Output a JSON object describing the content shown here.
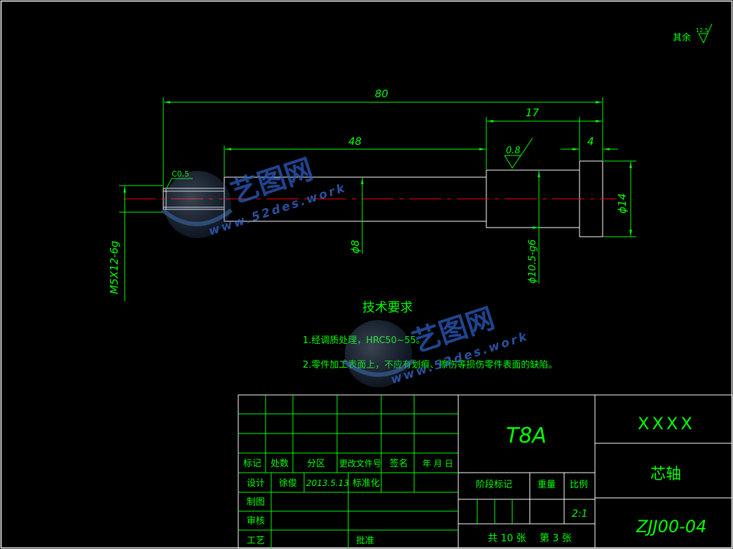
{
  "colors": {
    "background": "#000000",
    "line": "#ffffff",
    "dimension": "#00ff00",
    "centerline": "#ff0000",
    "border": "#ffffff",
    "watermark": "#1e50c8"
  },
  "surface_note": {
    "prefix": "其余",
    "roughness": "12.5"
  },
  "dimensions": {
    "overall_length": "80",
    "head_length": "17",
    "flange_width": "4",
    "middle_length": "48",
    "chamfer": "C0.5",
    "thread": "M5X12-6g",
    "shaft_dia": "ϕ8",
    "bearing_dia": "ϕ10.5-g6",
    "flange_dia": "ϕ14",
    "bearing_roughness": "0.8"
  },
  "technical_requirements": {
    "title": "技术要求",
    "items": [
      "1.经调质处理，HRC50~55。",
      "2.零件加工表面上，不应有划痕、擦伤等损伤零件表面的缺陷。"
    ]
  },
  "title_block": {
    "material": "T8A",
    "company": "XXXX",
    "part_name": "芯轴",
    "drawing_no": "ZJJ00-04",
    "scale": "2:1",
    "headers": [
      "标记",
      "处数",
      "分区",
      "更改文件号",
      "签名",
      "年 月 日"
    ],
    "design_label": "设计",
    "designer": "徐俊",
    "design_date": "2013.5.13",
    "standardize": "标准化",
    "drafting": "制图",
    "review": "审核",
    "process": "工艺",
    "approve": "批准",
    "stage_mark": "阶段标记",
    "weight": "重量",
    "scale_label": "比例",
    "sheets_total": "共 10 张",
    "sheet_no": "第 3 张"
  },
  "watermarks": [
    {
      "cn": "艺图网",
      "url": "www.52des.work"
    },
    {
      "cn": "艺图网",
      "url": "www.52des.work"
    }
  ]
}
